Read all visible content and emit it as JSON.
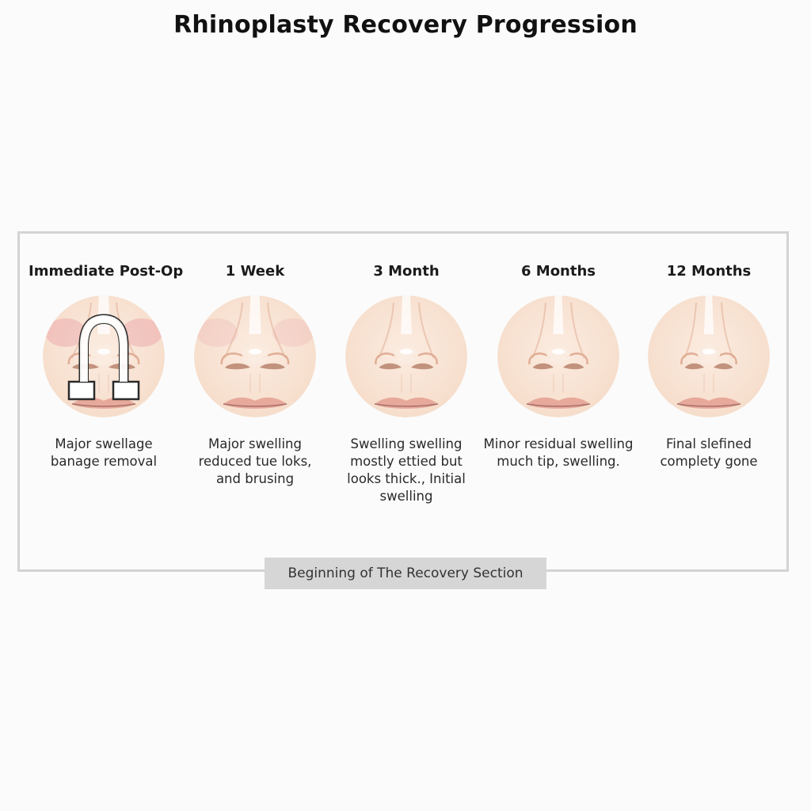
{
  "title": "Rhinoplasty Recovery Progression",
  "stages": [
    {
      "label": "Immediate Post-Op",
      "description": "Major swellage\nbanage removal",
      "illustration": "nose-with-bandage-icon",
      "swelling": 1.0
    },
    {
      "label": "1 Week",
      "description": "Major swelling\nreduced tue loks,\nand brusing",
      "illustration": "nose-swollen-icon",
      "swelling": 0.8
    },
    {
      "label": "3 Month",
      "description": "Swelling swelling\nmostly ettied but\nlooks thick., Initial\nswelling",
      "illustration": "nose-icon",
      "swelling": 0.45
    },
    {
      "label": "6 Months",
      "description": "Minor residual swelling\nmuch tip, swelling.",
      "illustration": "nose-icon",
      "swelling": 0.25
    },
    {
      "label": "12 Months",
      "description": "Final slefined\ncomplety gone",
      "illustration": "nose-icon",
      "swelling": 0.05
    }
  ],
  "section_label": "Beginning of The Recovery Section",
  "colors": {
    "skin": "#f6dcc9",
    "skin_light": "#fbece1",
    "skin_shadow": "#e0ae95",
    "nostril": "#b7826c",
    "lip": "#e7a99b",
    "redness": "#e58f9a",
    "bandage": "#ffffff",
    "bandage_outline": "#2a2a2a",
    "frame": "#d3d3d3",
    "section_bar": "#d6d6d6"
  }
}
